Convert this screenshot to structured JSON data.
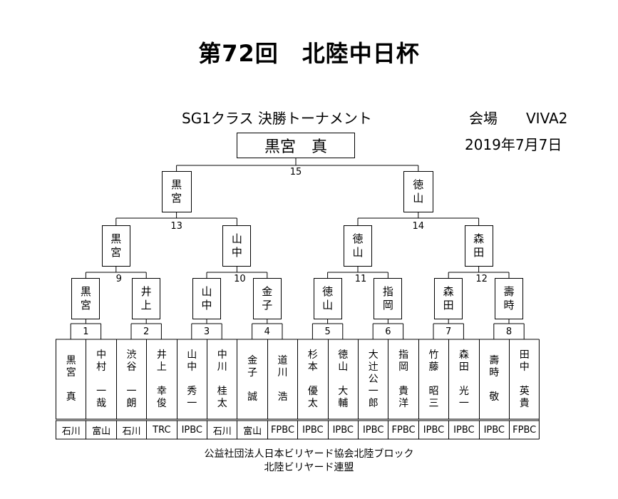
{
  "title": "第72回　北陸中日杯",
  "subtitle": "SG1クラス 決勝トーナメント",
  "venue": "会場　　VIVA2",
  "date": "2019年7月7日",
  "winner": "黒宮　真",
  "final": {
    "number": "15",
    "left": "黒宮",
    "right": "徳山"
  },
  "semis": [
    {
      "number": "13",
      "left": "黒宮",
      "right": "山中"
    },
    {
      "number": "14",
      "left": "徳山",
      "right": "森田"
    }
  ],
  "quarters": [
    {
      "number": "9",
      "left": "黒宮",
      "right": "井上"
    },
    {
      "number": "10",
      "left": "山中",
      "right": "金子"
    },
    {
      "number": "11",
      "left": "徳山",
      "right": "指岡"
    },
    {
      "number": "12",
      "left": "森田",
      "right": "壽時"
    }
  ],
  "first_round": [
    "1",
    "2",
    "3",
    "4",
    "5",
    "6",
    "7",
    "8"
  ],
  "players": [
    {
      "surname": "黒宮",
      "given": "真",
      "club": "石川"
    },
    {
      "surname": "中村",
      "given": "一哉",
      "club": "富山"
    },
    {
      "surname": "渋谷",
      "given": "一朗",
      "club": "石川"
    },
    {
      "surname": "井上",
      "given": "幸俊",
      "club": "TRC"
    },
    {
      "surname": "山中",
      "given": "秀一",
      "club": "IPBC"
    },
    {
      "surname": "中川",
      "given": "桂太",
      "club": "石川"
    },
    {
      "surname": "金子",
      "given": "誠",
      "club": "富山"
    },
    {
      "surname": "道川",
      "given": "浩",
      "club": "FPBC"
    },
    {
      "surname": "杉本",
      "given": "優太",
      "club": "IPBC"
    },
    {
      "surname": "徳山",
      "given": "大輔",
      "club": "IPBC"
    },
    {
      "surname": "大辻",
      "given": "公一郎",
      "club": "IPBC"
    },
    {
      "surname": "指岡",
      "given": "貴洋",
      "club": "FPBC"
    },
    {
      "surname": "竹藤",
      "given": "昭三",
      "club": "IPBC"
    },
    {
      "surname": "森田",
      "given": "光一",
      "club": "IPBC"
    },
    {
      "surname": "壽時",
      "given": "敬",
      "club": "IPBC"
    },
    {
      "surname": "田中",
      "given": "英貴",
      "club": "FPBC"
    }
  ],
  "footer": [
    "公益社団法人日本ビリヤード協会北陸ブロック",
    "北陸ビリヤード連盟"
  ]
}
